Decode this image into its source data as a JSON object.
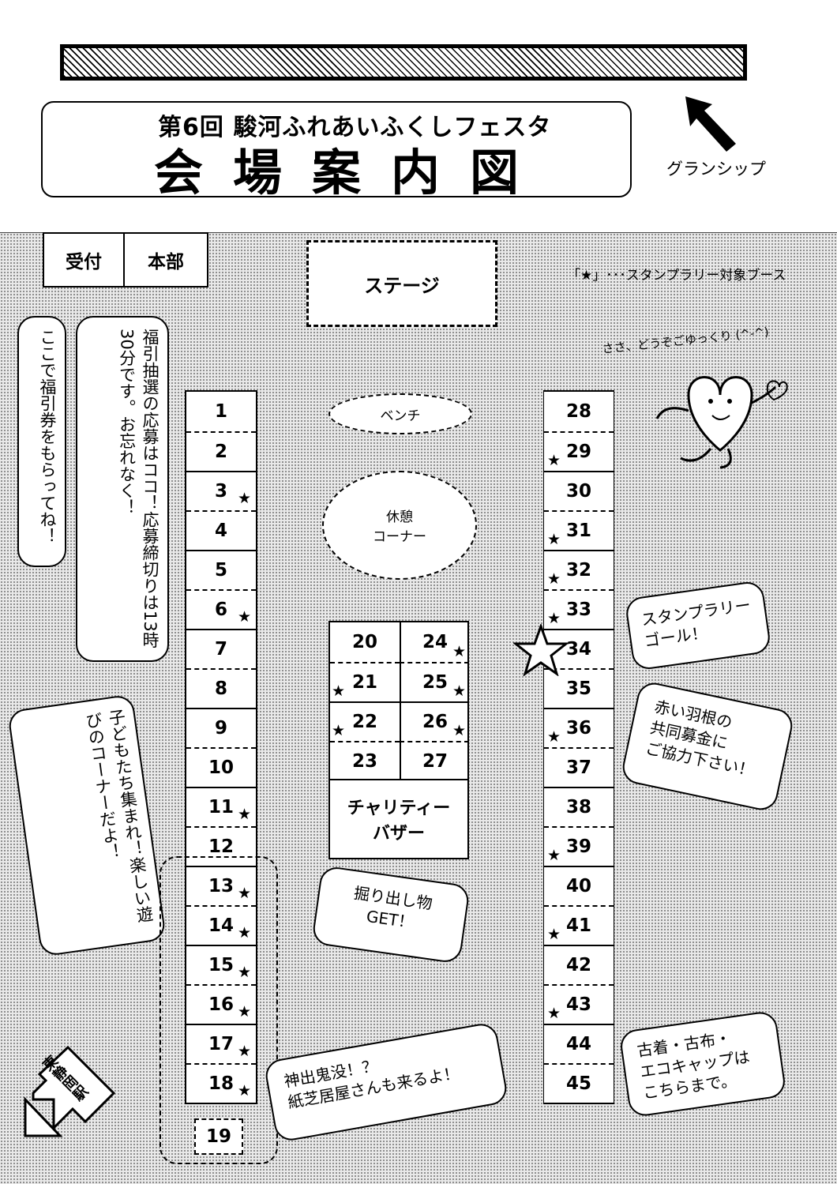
{
  "title": {
    "line1": "第6回 駿河ふれあいふくしフェスタ",
    "line2": "会場案内図"
  },
  "direction": {
    "label": "グランシップ"
  },
  "legend": "「★」･･･スタンプラリー対象ブース",
  "reception": {
    "uketsuke": "受付",
    "honbu": "本部"
  },
  "stage": "ステージ",
  "bench": "ベンチ",
  "rest": {
    "line1": "休憩",
    "line2": "コーナー"
  },
  "charity": {
    "line1": "チャリティー",
    "line2": "バザー"
  },
  "station": "東静岡駅",
  "star_glyph": "★",
  "left_column": [
    "1",
    "2",
    "3",
    "4",
    "5",
    "6",
    "7",
    "8",
    "9",
    "10",
    "11",
    "12",
    "13",
    "14",
    "15",
    "16",
    "17",
    "18"
  ],
  "left_stars": [
    "3",
    "6",
    "11",
    "13",
    "14",
    "15",
    "16",
    "17",
    "18"
  ],
  "booth19": "19",
  "center_grid": {
    "left": [
      "20",
      "21",
      "22",
      "23"
    ],
    "right": [
      "24",
      "25",
      "26",
      "27"
    ]
  },
  "center_stars": [
    "21",
    "22",
    "24",
    "25",
    "26"
  ],
  "right_column": [
    "28",
    "29",
    "30",
    "31",
    "32",
    "33",
    "34",
    "35",
    "36",
    "37",
    "38",
    "39",
    "40",
    "41",
    "42",
    "43",
    "44",
    "45"
  ],
  "right_stars": [
    "29",
    "31",
    "32",
    "33",
    "36",
    "39",
    "41",
    "43"
  ],
  "bubbles": {
    "fukubiki_ticket": "ここで福引券をもらってね！",
    "fukubiki_entry": "福引抽選の応募はココ！応募締切りは13時30分です。お忘れなく！",
    "kids": "子どもたち集まれ！楽しい遊びのコーナーだよ！",
    "mascot": "ささ、どうぞごゆっくり (^-^)",
    "goal": {
      "line1": "スタンプラリー",
      "line2": "ゴール！"
    },
    "akaihane": {
      "line1": "赤い羽根の",
      "line2": "共同募金に",
      "line3": "ご協力下さい！"
    },
    "horidashi": {
      "line1": "掘り出し物",
      "line2": "GET！"
    },
    "kamishibai": {
      "line1": "神出鬼没！？",
      "line2": "紙芝居屋さんも来るよ！"
    },
    "furugi": {
      "line1": "古着・古布・",
      "line2": "エコキャップは",
      "line3": "こちらまで。"
    }
  }
}
